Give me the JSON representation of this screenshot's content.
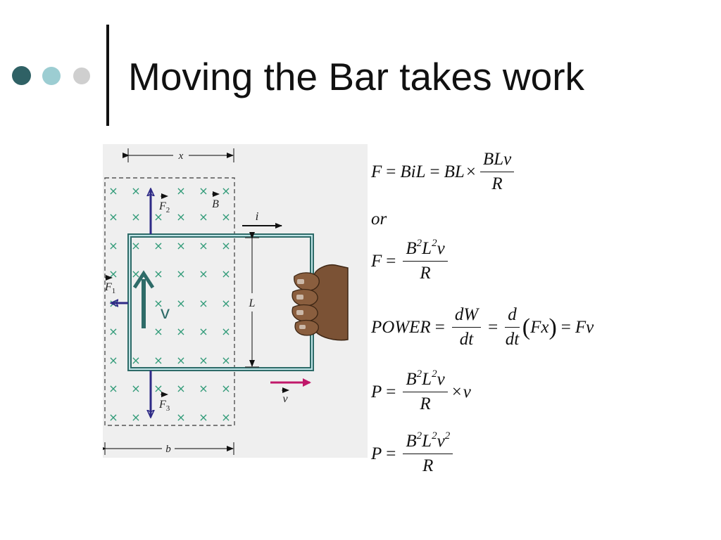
{
  "slide": {
    "title": "Moving the Bar takes work",
    "bullet_colors": [
      "#2f6165",
      "#9ccdd2",
      "#cfcfcf"
    ]
  },
  "figure": {
    "labels": {
      "x": "x",
      "b": "b",
      "L": "L",
      "i": "i",
      "B": "B",
      "F1": "F",
      "F1_sub": "1",
      "F2": "F",
      "F2_sub": "2",
      "F3": "F",
      "F3_sub": "3",
      "v_small": "v",
      "v_big": "v",
      "field_mark": "×"
    },
    "colors": {
      "field_x": "#2f9a77",
      "loop": "#2e6b68",
      "force_arrow": "#2e2a86",
      "velocity_arrow": "#c0186a",
      "big_arrow": "#2e6b68"
    }
  },
  "equations": {
    "eq1": {
      "lhs": "F",
      "mid1": "BiL",
      "mid2": "BL",
      "times": "×",
      "num": "BLv",
      "den": "R"
    },
    "or": "or",
    "eq2": {
      "lhs": "F",
      "num_B": "B",
      "num_L": "L",
      "num_v": "v",
      "exp": "2",
      "den": "R"
    },
    "eq3": {
      "lhs": "POWER",
      "n1": "dW",
      "d1": "dt",
      "n2": "d",
      "d2": "dt",
      "inner": "Fx",
      "rhs": "Fv",
      "lparen": "(",
      "rparen": ")"
    },
    "eq4": {
      "lhs": "P",
      "num_B": "B",
      "num_L": "L",
      "num_v": "v",
      "exp": "2",
      "den": "R",
      "times": "×",
      "tail": "v"
    },
    "eq5": {
      "lhs": "P",
      "num_B": "B",
      "num_L": "L",
      "num_v": "v",
      "exp": "2",
      "den": "R"
    },
    "equals": "="
  }
}
